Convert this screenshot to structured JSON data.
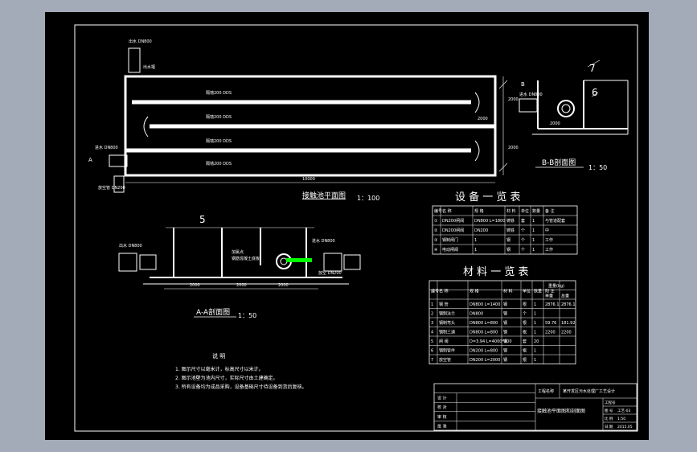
{
  "titles": {
    "plan": "接触池平面图",
    "plan_scale": "1：100",
    "section_bb": "B-B剖面图",
    "section_bb_scale": "1：50",
    "section_aa": "A-A剖面图",
    "section_aa_scale": "1：50",
    "equipment_table": "设 备 一 览 表",
    "material_table": "材 料 一 览 表"
  },
  "plan_labels": {
    "outlet": "出水 DN800",
    "outlet_weir": "出水堰",
    "inlet": "进水 DN800",
    "drain": "放空管 DN200",
    "baffle": "隔墙200 DDS",
    "dim_total": "10000",
    "dim_channel": "2000",
    "dim_1": "2000",
    "dim_2": "2000",
    "marker_a": "A",
    "marker_b": "B"
  },
  "section_aa_labels": {
    "outlet": "出水 DN800",
    "inlet": "进水 DN800",
    "drain": "放空 DN200",
    "note1": "加氯点",
    "note2": "钢筋混凝土底板",
    "dim1": "2000",
    "dim2": "2000",
    "dim3": "2000",
    "leader": "5"
  },
  "section_bb_labels": {
    "inlet": "进水 DN800",
    "num6": "6",
    "num7": "7",
    "dim": "2000"
  },
  "equipment": {
    "headers": [
      "编号",
      "名 称",
      "规 格",
      "材 料",
      "单位",
      "数量",
      "备 注"
    ],
    "rows": [
      [
        "①",
        "DN200闸阀",
        "DN800 L=1800",
        "铸铁",
        "套",
        "1",
        "与管道配套"
      ],
      [
        "②",
        "DN200闸阀",
        "DN200",
        "铸铁",
        "个",
        "1",
        "中"
      ],
      [
        "③",
        "钢制闸门",
        "1",
        "钢",
        "个",
        "1",
        "工作"
      ],
      [
        "④",
        "电动闸阀",
        "1",
        "钢",
        "个",
        "1",
        "工作"
      ]
    ]
  },
  "materials": {
    "headers": [
      "编号",
      "名 称",
      "规 格",
      "材 料",
      "单位",
      "数量",
      "附 注"
    ],
    "weight_header": "重量(kg)",
    "weight_sub": [
      "单重",
      "总重"
    ],
    "rows": [
      [
        "1",
        "钢 管",
        "DN800 L=1400",
        "钢",
        "根",
        "1",
        "2876.1",
        "2876.1"
      ],
      [
        "2",
        "钢制法兰",
        "DN800",
        "钢",
        "个",
        "1",
        "",
        ""
      ],
      [
        "3",
        "钢制弯头",
        "DN800 L=800",
        "钢",
        "根",
        "1",
        "59.76",
        "181.92"
      ],
      [
        "4",
        "钢制三通",
        "DN800 L=800",
        "钢",
        "根",
        "1",
        "2200",
        "2200"
      ],
      [
        "5",
        "闸 阀",
        "D=3.94 L=4000*100",
        "钢",
        "套",
        "20",
        "",
        ""
      ],
      [
        "6",
        "钢制管件",
        "DN200 L=800",
        "钢",
        "根",
        "1",
        "",
        ""
      ],
      [
        "7",
        "放空管",
        "DN200 L=2000",
        "钢",
        "根",
        "1",
        "",
        ""
      ]
    ]
  },
  "notes": {
    "heading": "说    明",
    "items": [
      "1. 图示尺寸以毫米计，标高尺寸以米计。",
      "2. 图示池壁为池内尺寸，实际尺寸由土建确定。",
      "3. 所有设备均为成品采购，设备基础尺寸待设备到货后复核。"
    ]
  },
  "title_block": {
    "project_label": "工程名称",
    "project_name": "某开发区污水处理厂工艺设计",
    "drawing_name": "接触池平面图和剖面图",
    "rows": [
      "设 计",
      "校 对",
      "审 核",
      "批 准"
    ],
    "right_labels": [
      "工程号",
      "图 号",
      "比 例",
      "日 期"
    ],
    "right_values": [
      "",
      "工艺-03",
      "1:50",
      "2015.05"
    ]
  },
  "colors": {
    "background": "#000000",
    "frame": "#a3aab8",
    "lines": "#ffffff",
    "highlight": "#00ff00"
  }
}
